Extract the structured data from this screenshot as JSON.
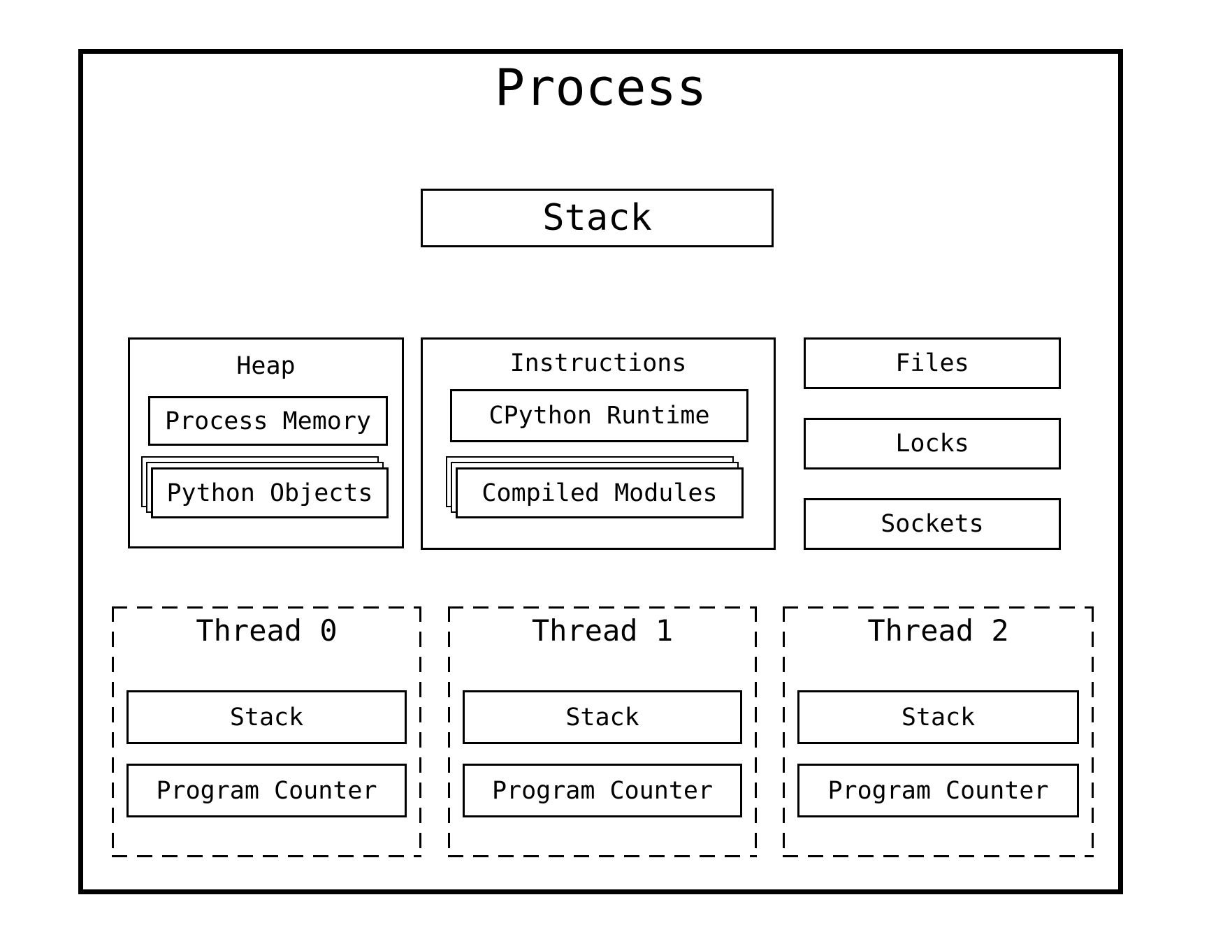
{
  "title": "Process",
  "main_stack": {
    "label": "Stack"
  },
  "heap": {
    "title": "Heap",
    "process_memory_label": "Process Memory",
    "python_objects_label": "Python Objects"
  },
  "instructions": {
    "title": "Instructions",
    "cpython_runtime_label": "CPython Runtime",
    "compiled_modules_label": "Compiled Modules"
  },
  "resources": [
    {
      "label": "Files"
    },
    {
      "label": "Locks"
    },
    {
      "label": "Sockets"
    }
  ],
  "threads": [
    {
      "title": "Thread 0",
      "stack_label": "Stack",
      "program_counter_label": "Program Counter"
    },
    {
      "title": "Thread 1",
      "stack_label": "Stack",
      "program_counter_label": "Program Counter"
    },
    {
      "title": "Thread 2",
      "stack_label": "Stack",
      "program_counter_label": "Program Counter"
    }
  ],
  "colors": {
    "line": "#000000",
    "background": "#ffffff",
    "text": "#000000"
  }
}
